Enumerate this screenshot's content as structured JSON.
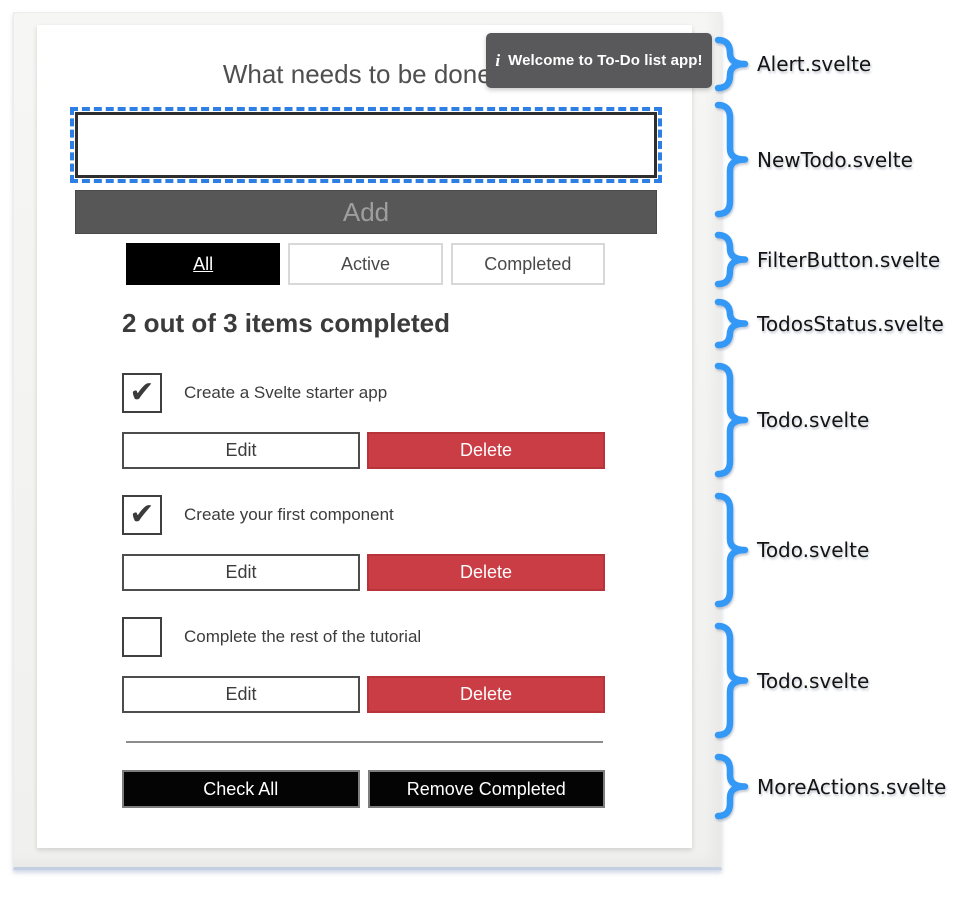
{
  "app": {
    "alert": {
      "icon": "i",
      "message": "Welcome to To-Do list app!"
    },
    "new_todo": {
      "heading": "What needs to be done?",
      "input_value": "",
      "add_label": "Add"
    },
    "filters": [
      {
        "label": "All"
      },
      {
        "label": "Active"
      },
      {
        "label": "Completed"
      }
    ],
    "status_heading": "2 out of 3 items completed",
    "todos": [
      {
        "label": "Create a Svelte starter app",
        "checkmark": "✔",
        "edit_label": "Edit",
        "delete_label": "Delete"
      },
      {
        "label": "Create your first component",
        "checkmark": "✔",
        "edit_label": "Edit",
        "delete_label": "Delete"
      },
      {
        "label": "Complete the rest of the tutorial",
        "checkmark": "",
        "edit_label": "Edit",
        "delete_label": "Delete"
      }
    ],
    "more_actions": {
      "check_all_label": "Check All",
      "remove_completed_label": "Remove Completed"
    }
  },
  "annotations": [
    {
      "label": "Alert.svelte"
    },
    {
      "label": "NewTodo.svelte"
    },
    {
      "label": "FilterButton.svelte"
    },
    {
      "label": "TodosStatus.svelte"
    },
    {
      "label": "Todo.svelte"
    },
    {
      "label": "Todo.svelte"
    },
    {
      "label": "Todo.svelte"
    },
    {
      "label": "MoreActions.svelte"
    }
  ],
  "colors": {
    "accent_blue": "#3398f6",
    "focus_dash_blue": "#2d7fe3",
    "delete_red": "#cb3d44",
    "alert_gray": "#59595b",
    "container_edge_blue": "#c5cfe2"
  }
}
